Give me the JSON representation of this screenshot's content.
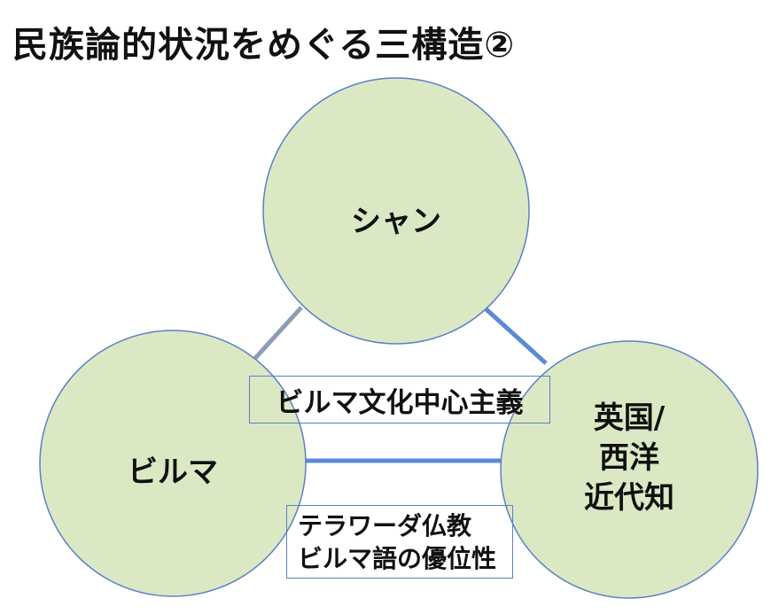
{
  "title": "民族論的状況をめぐる三構造②",
  "nodes": {
    "shan": "シャン",
    "burma": "ビルマ",
    "west": [
      "英国/",
      "西洋",
      "近代知"
    ]
  },
  "boxes": {
    "burman_culture": "ビルマ文化中心主義",
    "religion_language": [
      "テラワーダ仏教",
      "ビルマ語の優位性"
    ]
  },
  "colors": {
    "circle_fill": "#dbe8c4",
    "circle_stroke": "#5a80c6",
    "line_blue": "#5b8ad6",
    "line_gray": "#8c9db5"
  }
}
